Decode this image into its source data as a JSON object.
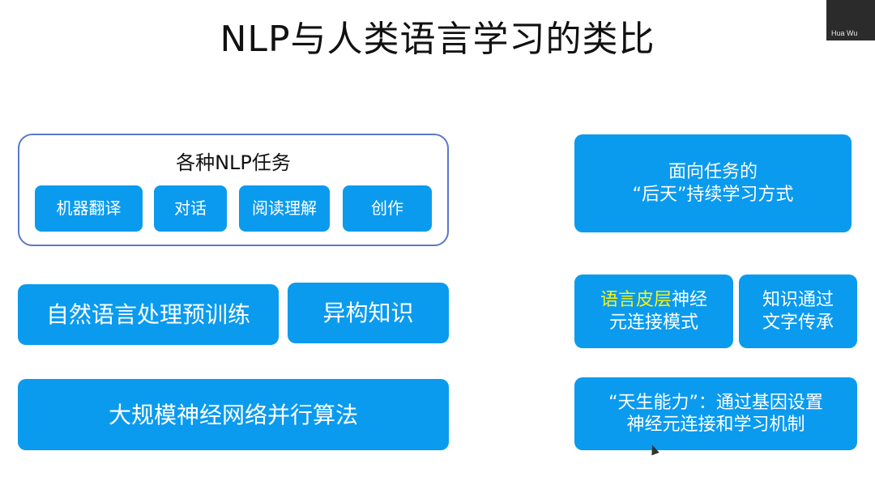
{
  "title": "NLP与人类语言学习的类比",
  "participant": {
    "name": "Hua Wu"
  },
  "left": {
    "group_title": "各种NLP任务",
    "tasks": [
      "机器翻译",
      "对话",
      "阅读理解",
      "创作"
    ],
    "pretrain": "自然语言处理预训练",
    "heterogeneous": "异构知识",
    "parallel": "大规模神经网络并行算法"
  },
  "right": {
    "task_learning": {
      "line1": "面向任务的",
      "line2": "“后天”持续学习方式"
    },
    "cortex": {
      "highlight": "语言皮层",
      "rest1": "神经",
      "line2": "元连接模式"
    },
    "knowledge": {
      "line1": "知识通过",
      "line2": "文字传承"
    },
    "innate": {
      "line1": "“天生能力”：通过基因设置",
      "line2": "神经元连接和学习机制"
    }
  },
  "colors": {
    "box": "#0a9bef",
    "highlight": "#f4f21b",
    "group_border": "#5b78c8"
  }
}
